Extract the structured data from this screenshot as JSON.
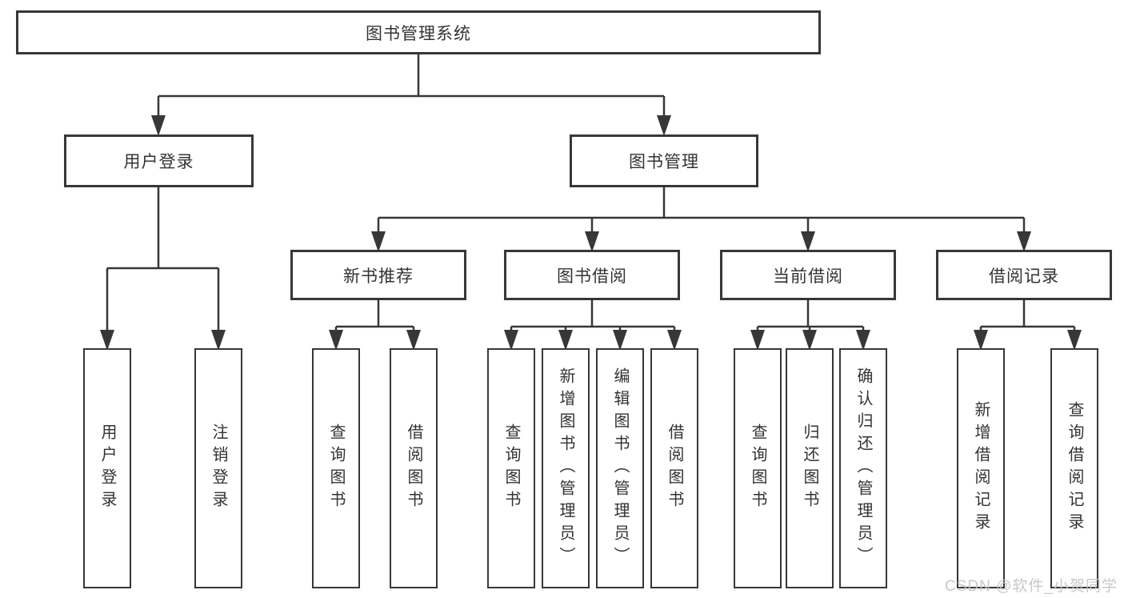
{
  "diagram": {
    "root": {
      "label": "图书管理系统"
    },
    "children": [
      {
        "label": "用户登录",
        "children": [
          {
            "label": "用户登录"
          },
          {
            "label": "注销登录"
          }
        ]
      },
      {
        "label": "图书管理",
        "children": [
          {
            "label": "新书推荐",
            "children": [
              {
                "label": "查询图书"
              },
              {
                "label": "借阅图书"
              }
            ]
          },
          {
            "label": "图书借阅",
            "children": [
              {
                "label": "查询图书"
              },
              {
                "label": "新增图书（管理员）"
              },
              {
                "label": "编辑图书（管理员）"
              },
              {
                "label": "借阅图书"
              }
            ]
          },
          {
            "label": "当前借阅",
            "children": [
              {
                "label": "查询图书"
              },
              {
                "label": "归还图书"
              },
              {
                "label": "确认归还（管理员）"
              }
            ]
          },
          {
            "label": "借阅记录",
            "children": [
              {
                "label": "新增借阅记录"
              },
              {
                "label": "查询借阅记录"
              }
            ]
          }
        ]
      }
    ]
  },
  "watermark": {
    "text": "CSDN @软件_小贺同学"
  },
  "colors": {
    "line": "#373737",
    "text": "#333333",
    "watermark": "#c6c6c6",
    "background": "#ffffff"
  }
}
